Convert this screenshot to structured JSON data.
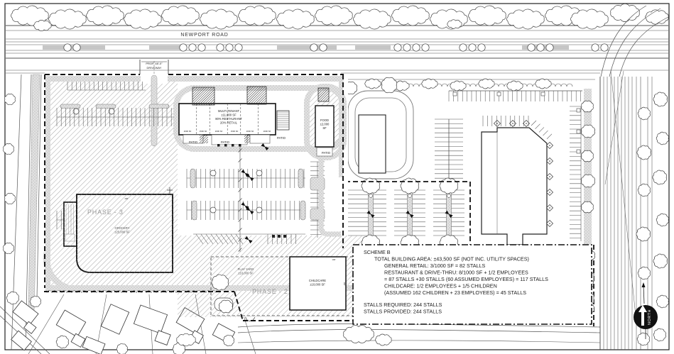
{
  "road": {
    "name": "NEWPORT ROAD",
    "driveway_line1": "PROP. 48'-0\"",
    "driveway_line2": "DRIVEWAY"
  },
  "buildings": {
    "multi_tenant": {
      "line1": "MULTI TENANT",
      "line2": "±11,000 SF",
      "line3": "80% RESTAURANT",
      "line4": "20% RETAIL",
      "units": [
        "2000 SF",
        "1500 SF",
        "2000 SF",
        "1500 SF",
        "2000 SF",
        "2000 SF"
      ],
      "patio": "PATIO"
    },
    "food": {
      "line1": "FOOD",
      "line2": "±2,000",
      "line3": "SF"
    },
    "grocery": {
      "phase": "PHASE - 3",
      "name": "GROCERY",
      "area": "±25,000 SF",
      "dim": "130'"
    },
    "childcare": {
      "phase": "PHASE - 2",
      "name": "CHILDCARE",
      "area": "±10,000 SF",
      "playyard": "PLAY YARD",
      "playyard_area": "±10,000 SF",
      "dim": "100'"
    }
  },
  "scheme": {
    "title": "SCHEME B",
    "lines": [
      "TOTAL BUILDING AREA: ±43,500 SF (NOT INC. UTILITY SPACES)",
      "GENERAL RETAIL: 3/1000 SF = 82 STALLS",
      "RESTAURANT & DRIVE-THRU: 8/1000 SF + 1/2 EMPLOYEES",
      "= 87 STALLS +30 STALLS (60 ASSUMED EMPLOYEES) = 117 STALLS",
      "CHILDCARE: 1/2 EMPLOYEES + 1/5 CHILDREN",
      "(ASSUMED 162 CHILDREN + 23 EMPLOYEES) = 45 STALLS"
    ],
    "required": "STALLS REQUIRED: 244 STALLS",
    "provided": "STALLS PROVIDED: 244 STALLS"
  },
  "compass": {
    "label": "NORTH"
  }
}
